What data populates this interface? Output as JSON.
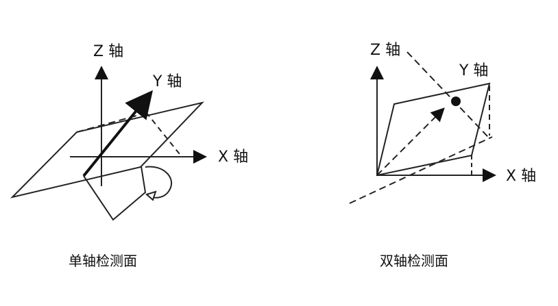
{
  "left_diagram": {
    "caption": "单轴检测面",
    "z_label": "Z 轴",
    "y_label": "Y 轴",
    "x_label": "X 轴"
  },
  "right_diagram": {
    "caption": "双轴检测面",
    "z_label": "Z 轴",
    "y_label": "Y 轴",
    "x_label": "X 轴"
  },
  "colors": {
    "stroke": "#222222",
    "background": "#ffffff"
  }
}
